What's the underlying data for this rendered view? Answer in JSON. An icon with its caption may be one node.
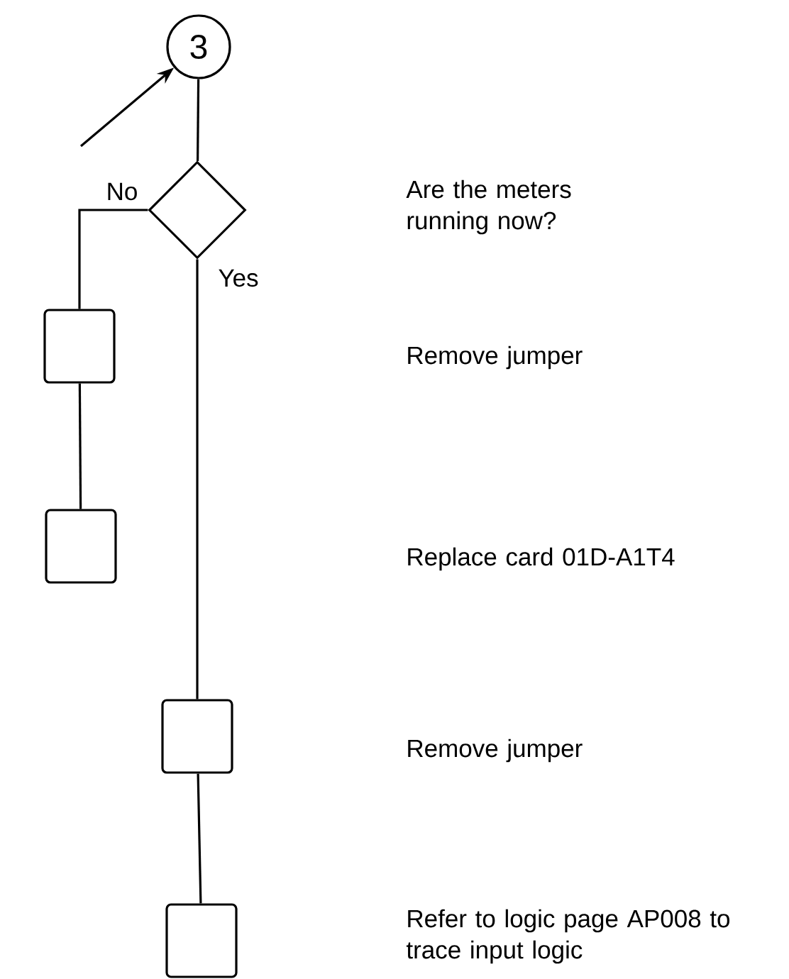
{
  "diagram": {
    "nodes": [
      {
        "text": [
          "3"
        ]
      },
      {
        "text": [],
        "shape": "diamond"
      },
      {
        "text": [],
        "shape": "box"
      },
      {
        "text": [],
        "shape": "box"
      },
      {
        "text": [],
        "shape": "box"
      },
      {
        "text": [],
        "shape": "box"
      }
    ],
    "labels": [
      "Are the meters running now?",
      "Remove jumper",
      "Replace card 01D-A1T4",
      "Remove jumper",
      "Refer to logic page AP008 to trace input logic"
    ],
    "edges": [
      {
        "from": null,
        "to": 0,
        "arrow": "to"
      },
      {
        "from": 0,
        "to": 1,
        "arrow": "none"
      },
      {
        "from": 1,
        "to": 2,
        "arrow": "none",
        "label": "No"
      },
      {
        "from": 2,
        "to": 3,
        "arrow": "none"
      },
      {
        "from": 1,
        "to": 4,
        "arrow": "none",
        "label": "Yes"
      },
      {
        "from": 4,
        "to": 5,
        "arrow": "none"
      }
    ]
  }
}
